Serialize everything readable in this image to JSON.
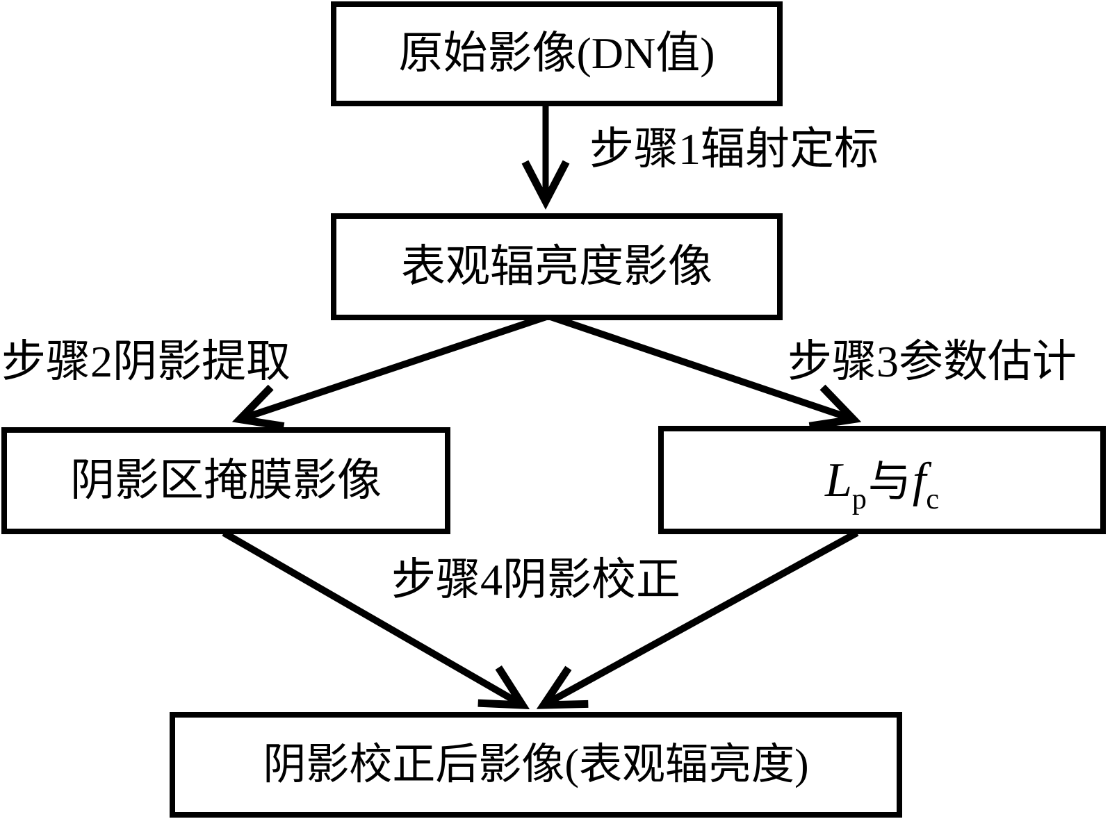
{
  "diagram": {
    "type": "flowchart",
    "language": "zh-CN",
    "colors": {
      "line": "#000000",
      "background": "#ffffff",
      "text": "#000000"
    },
    "nodes": {
      "original": {
        "label": "原始影像(DN值)"
      },
      "radiance": {
        "label": "表观辐亮度影像"
      },
      "mask": {
        "label": "阴影区掩膜影像"
      },
      "params": {
        "l": "L",
        "l_sub": "p",
        "conj": "与",
        "f": "f",
        "f_sub": "c"
      },
      "corrected": {
        "label": "阴影校正后影像(表观辐亮度)"
      }
    },
    "edges": {
      "step1": {
        "label": "步骤1辐射定标",
        "from": "original",
        "to": "radiance"
      },
      "step2": {
        "label": "步骤2阴影提取",
        "from": "radiance",
        "to": "mask"
      },
      "step3": {
        "label": "步骤3参数估计",
        "from": "radiance",
        "to": "params"
      },
      "step4": {
        "label": "步骤4阴影校正",
        "from": "mask+params",
        "to": "corrected"
      }
    }
  }
}
